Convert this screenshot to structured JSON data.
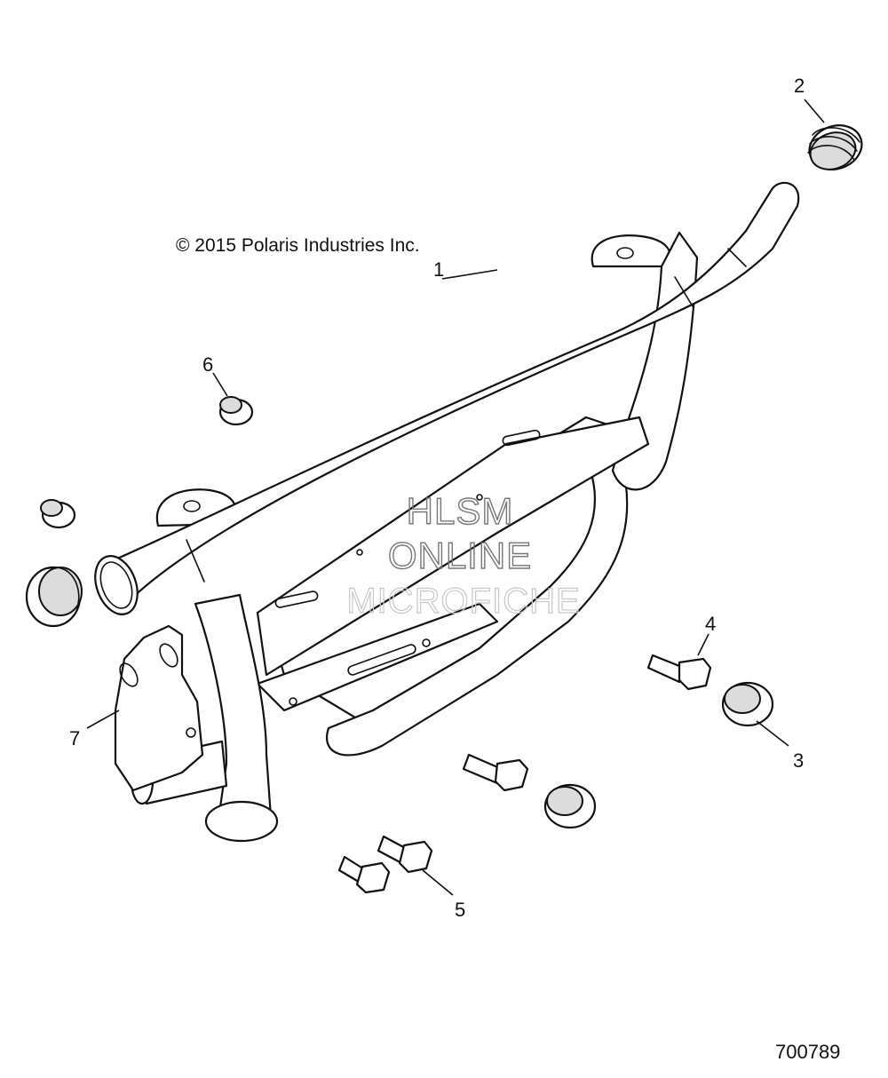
{
  "copyright": "© 2015 Polaris Industries Inc.",
  "figure_number": "700789",
  "watermark": {
    "line1": "HLSM",
    "line2": "ONLINE",
    "line3": "MICROFICHE"
  },
  "callouts": [
    "1",
    "2",
    "3",
    "4",
    "5",
    "6",
    "7"
  ],
  "colors": {
    "line": "#111111",
    "background": "#ffffff",
    "watermark": "#777777"
  }
}
